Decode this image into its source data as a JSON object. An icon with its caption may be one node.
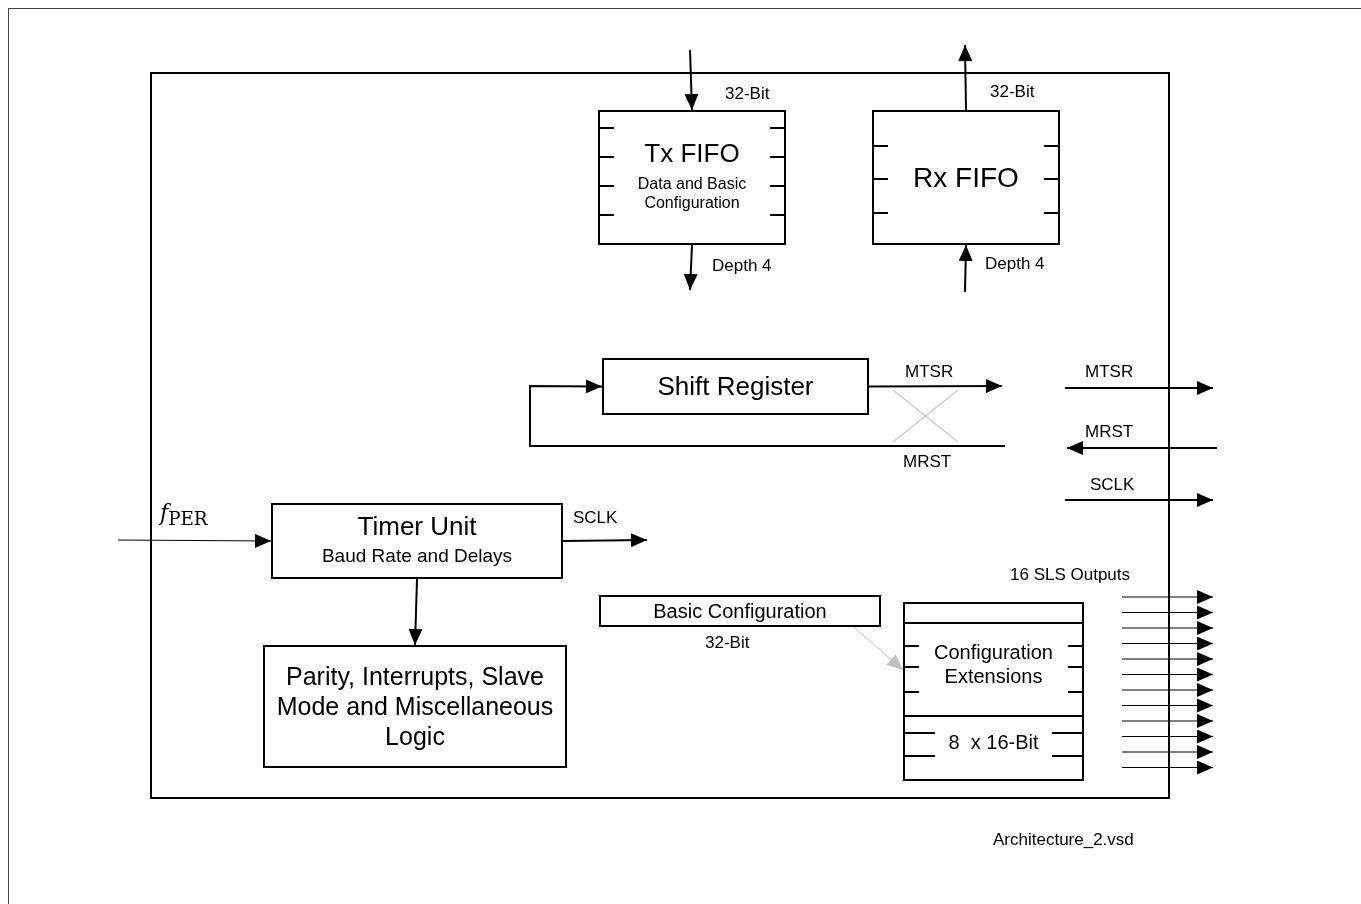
{
  "diagram": {
    "nodes": [
      {
        "text": [],
        "shape": "box"
      },
      {
        "text": [
          "Tx FIFO",
          "Data and Basic Configuration"
        ],
        "in": 0,
        "beside": [
          "32-Bit",
          "Depth 4"
        ]
      },
      {
        "text": [
          "Rx FIFO"
        ],
        "in": 0,
        "beside": [
          "32-Bit",
          "Depth 4"
        ]
      },
      {
        "text": [
          "Shift Register"
        ],
        "in": 0
      },
      {
        "text": [
          "Timer Unit",
          "Baud Rate and Delays"
        ],
        "in": 0
      },
      {
        "text": [
          "Parity, Interrupts, Slave Mode and Miscellaneous Logic"
        ],
        "in": 0
      },
      {
        "text": [
          "Basic Configuration"
        ],
        "in": 0,
        "beside": [
          "32-Bit"
        ]
      },
      {
        "text": [
          "Configuration Extensions",
          "8  x 16-Bit"
        ],
        "in": 0
      }
    ],
    "edges": [
      {
        "from": null,
        "to": 1,
        "arrow": "to"
      },
      {
        "from": 1,
        "to": null,
        "arrow": "to"
      },
      {
        "from": 2,
        "to": null,
        "arrow": "to"
      },
      {
        "from": null,
        "to": 2,
        "arrow": "to"
      },
      {
        "from": 3,
        "to": null,
        "arrow": "to",
        "label": "MTSR"
      },
      {
        "from": null,
        "to": 3,
        "arrow": "to",
        "label": "MRST"
      },
      {
        "from": null,
        "to": 4,
        "arrow": "to",
        "label": "*f*$_{PER}$"
      },
      {
        "from": 4,
        "to": null,
        "arrow": "to",
        "label": "SCLK"
      },
      {
        "from": 4,
        "to": 5,
        "arrow": "to"
      },
      {
        "from": 6,
        "to": 7,
        "arrow": "to",
        "color": "#c0c0c0"
      }
    ],
    "labels": [
      "MTSR",
      "MRST",
      "SCLK",
      "16 SLS Outputs",
      "Architecture_2.vsd"
    ]
  }
}
